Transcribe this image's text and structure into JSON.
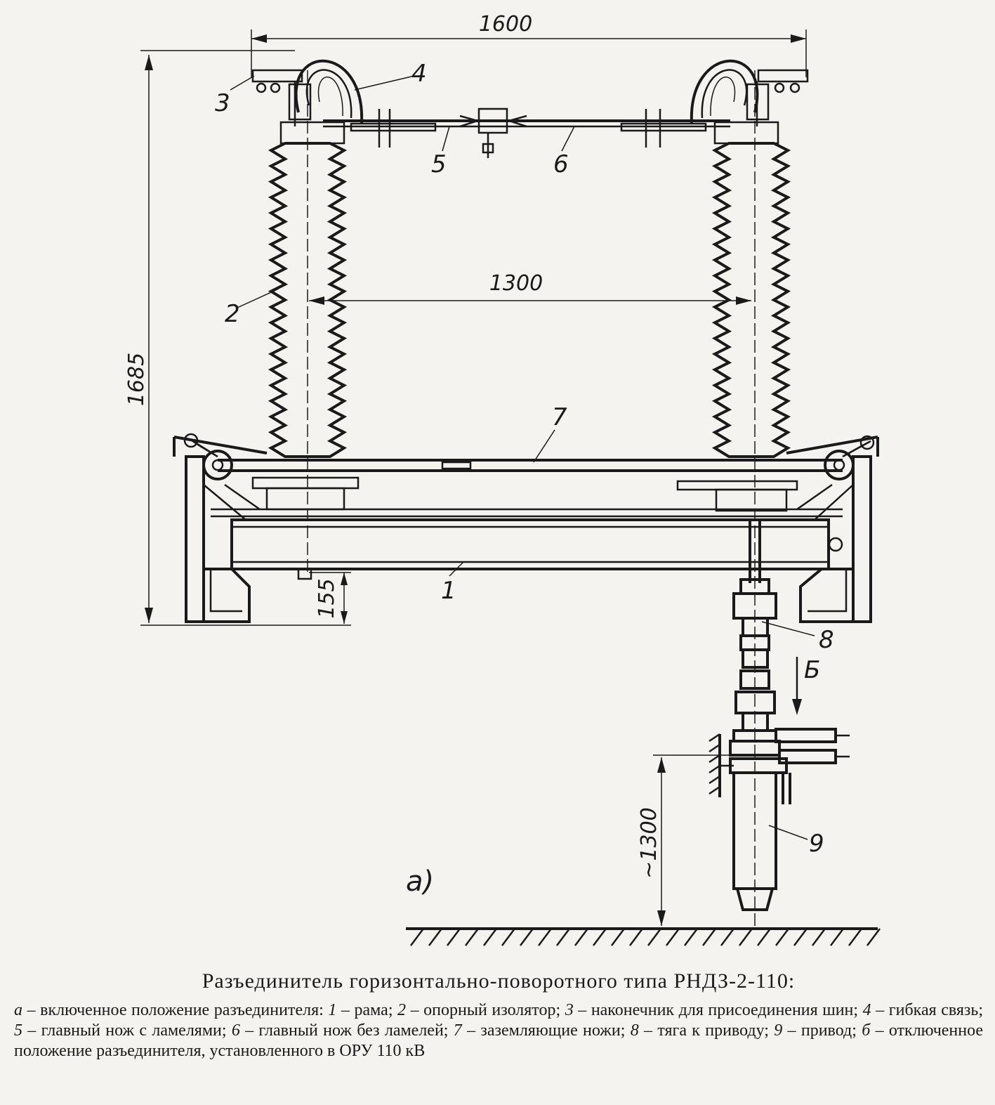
{
  "drawing": {
    "dimensions": {
      "width_top": "1600",
      "insulator_spacing": "1300",
      "height_total": "1685",
      "base_height": "155",
      "drive_height": "~1300"
    },
    "labels": {
      "frame": "1",
      "insulator": "2",
      "terminal": "3",
      "flex_link": "4",
      "blade_lamellae": "5",
      "blade_plain": "6",
      "earthing_blades": "7",
      "rod": "8",
      "drive": "9",
      "view_b": "Б",
      "view_a": "а)"
    }
  },
  "caption": {
    "title": "Разъединитель горизонтально-поворотного типа РНДЗ-2-110:",
    "items": [
      {
        "key": "a",
        "text": " – включенное положение разъединителя: "
      },
      {
        "key": "1",
        "text": " – рама; "
      },
      {
        "key": "2",
        "text": " – опорный изолятор; "
      },
      {
        "key": "3",
        "text": " – наконечник для присоединения шин; "
      },
      {
        "key": "4",
        "text": " – гибкая связь; "
      },
      {
        "key": "5",
        "text": " – главный нож с ламелями; "
      },
      {
        "key": "6",
        "text": " – главный нож без ламелей; "
      },
      {
        "key": "7",
        "text": " – заземляющие ножи; "
      },
      {
        "key": "8",
        "text": " – тяга к приводу; "
      },
      {
        "key": "9",
        "text": " – привод; "
      },
      {
        "key": "б",
        "text": " – отключенное положение разъединителя, установленного в ОРУ 110 кВ"
      }
    ]
  }
}
